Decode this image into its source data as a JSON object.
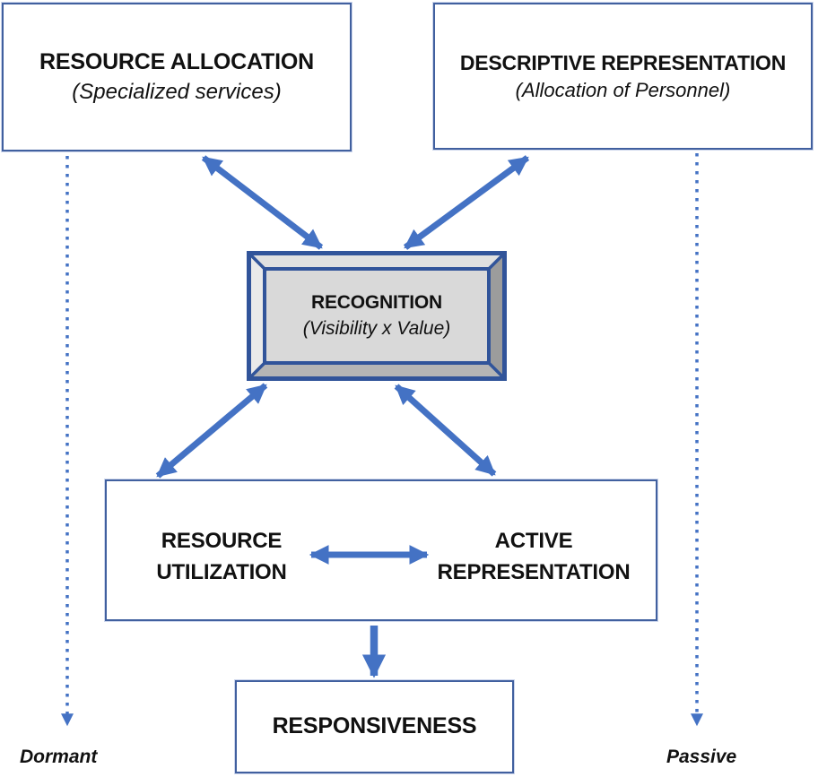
{
  "colors": {
    "arrow_blue": "#4472C4",
    "line_blue": "#41609F",
    "bevel_blue": "#31549A",
    "panel_gray": "#D9D9D9",
    "bevel_top": "#E0E0E0",
    "bevel_left": "#EAEAEA",
    "bevel_right": "#9C9C9C",
    "bevel_bottom": "#B5B5B5",
    "text_black": "#111111"
  },
  "boxes": {
    "resource_allocation": {
      "title": "RESOURCE ALLOCATION",
      "subtitle": "(Specialized services)"
    },
    "descriptive_representation": {
      "title": "DESCRIPTIVE REPRESENTATION",
      "subtitle": "(Allocation of Personnel)"
    },
    "recognition": {
      "title": "RECOGNITION",
      "subtitle": "(Visibility x Value)"
    },
    "interaction": {
      "left_line1": "RESOURCE",
      "left_line2": "UTILIZATION",
      "right_line1": "ACTIVE",
      "right_line2": "REPRESENTATION"
    },
    "responsiveness": {
      "title": "RESPONSIVENESS"
    }
  },
  "labels": {
    "dormant": "Dormant",
    "passive": "Passive"
  }
}
